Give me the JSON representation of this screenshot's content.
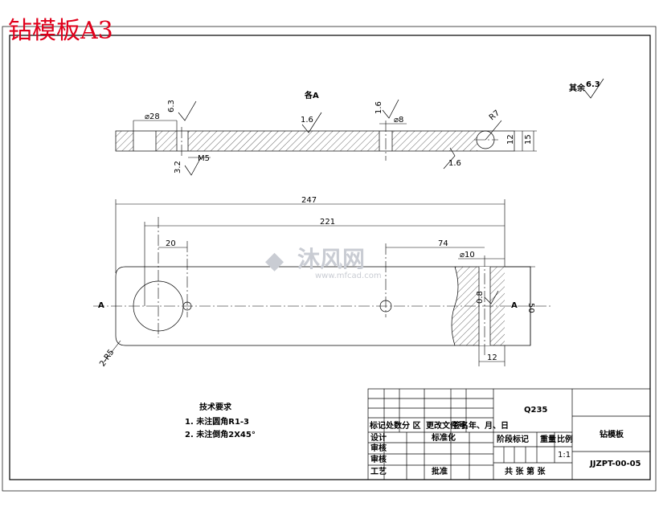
{
  "title": "钻模板A3",
  "watermark": {
    "brand": "沐风网",
    "url": "www.mfcad.com"
  },
  "top_view": {
    "section_mark": "各A",
    "roughness_top_left": "6.3",
    "roughness_mid": "1.6",
    "roughness_right_top": "1.6",
    "roughness_bottom_left": "3.2",
    "roughness_bottom_right": "1.6",
    "dim_d28": "⌀28",
    "dim_m5": "M5",
    "dim_d8": "⌀8",
    "dim_r7": "R7",
    "dim_12": "12",
    "dim_15": "15",
    "other_roughness_label": "其余",
    "other_roughness_value": "6.3"
  },
  "plan_view": {
    "dim_247": "247",
    "dim_221": "221",
    "dim_20": "20",
    "dim_74": "74",
    "dim_d10": "⌀10",
    "dim_50": "50",
    "dim_12": "12",
    "dim_chamfer": "2-R5",
    "dim_roughness": "0.8",
    "section_left": "A",
    "section_right": "A"
  },
  "tech_req": {
    "heading": "技术要求",
    "items": [
      "1. 未注圆角R1-3",
      "2. 未注倒角2X45°"
    ]
  },
  "title_block": {
    "material": "Q235",
    "part_name": "钻模板",
    "drawing_no": "JJZPT-00-05",
    "row_labels": [
      "标记",
      "处数",
      "分 区",
      "更改文件号",
      "签名",
      "年、月、日"
    ],
    "design": "设计",
    "standardize": "标准化",
    "review": "审核",
    "approve": "批准",
    "process": "工艺",
    "stage_mark": "阶段标记",
    "weight": "重量",
    "scale": "比例",
    "scale_value": "1:1",
    "sheets": "共  张  第  张"
  }
}
